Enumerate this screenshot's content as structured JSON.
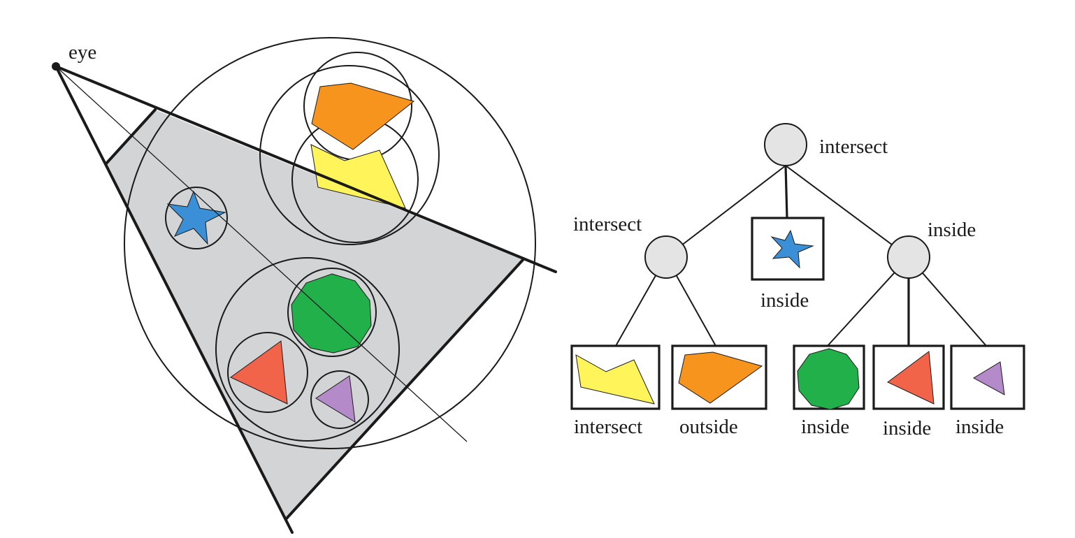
{
  "colors": {
    "frustum_fill": "#d2d4d6",
    "node_fill": "#e4e4e4",
    "orange": "#f7941d",
    "yellow": "#fff459",
    "blue": "#3a8fd6",
    "green": "#22b04a",
    "red": "#f26449",
    "purple": "#b48ac8"
  },
  "scene": {
    "eye_label": "eye"
  },
  "tree": {
    "root": {
      "label": "intersect"
    },
    "left": {
      "label": "intersect"
    },
    "middle_leaf": {
      "shape": "star-icon",
      "color": "blue",
      "label": "inside"
    },
    "right": {
      "label": "inside"
    },
    "leaves": [
      {
        "shape": "yellow-polygon-icon",
        "color": "yellow",
        "label": "intersect"
      },
      {
        "shape": "orange-polygon-icon",
        "color": "orange",
        "label": "outside"
      },
      {
        "shape": "green-nonagon-icon",
        "color": "green",
        "label": "inside"
      },
      {
        "shape": "red-triangle-icon",
        "color": "red",
        "label": "inside"
      },
      {
        "shape": "purple-triangle-icon",
        "color": "purple",
        "label": "inside"
      }
    ]
  }
}
